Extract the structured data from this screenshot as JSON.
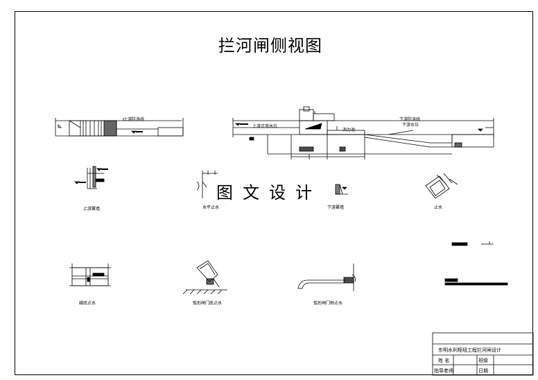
{
  "title": "拦河闸侧视图",
  "watermark": "图文设计",
  "profile": {
    "upstream_level": "上游防洪线",
    "downstream_flood": "下游防洪线",
    "downstream_level": "下游水位",
    "upstream_normal": "上游正常水位",
    "apron": "消力池"
  },
  "details": {
    "upstream_wall": "上游翼墙",
    "horizontal_seal": "水平止水",
    "downstream_wall": "下游翼墙",
    "seal": "止水",
    "joint_seal": "缝底止水",
    "gate_bottom_seal": "弧形闸门底止水",
    "gate_side_seal": "弧形闸门侧止水"
  },
  "title_block": {
    "project": "东明水利枢纽工程拦河闸设计",
    "name_label": "姓 名",
    "class_label": "班级",
    "advisor_label": "指导老师",
    "date_label": "日期"
  }
}
